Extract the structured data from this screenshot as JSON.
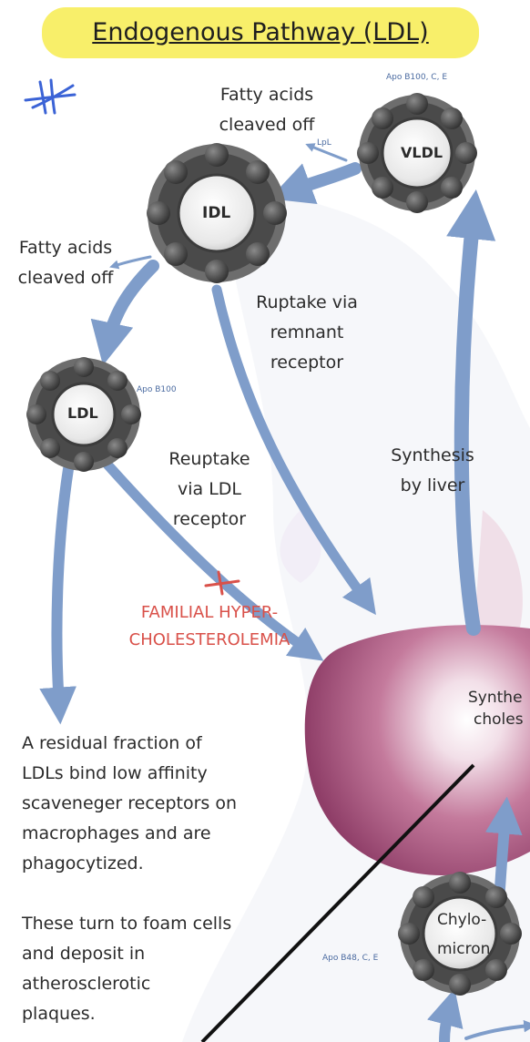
{
  "title": "Endogenous Pathway (LDL)",
  "particles": {
    "vldl": {
      "label": "VLDL",
      "apo": "Apo B100, C, E"
    },
    "idl": {
      "label": "IDL"
    },
    "ldl": {
      "label": "LDL",
      "apo": "Apo B100"
    },
    "chylomicron": {
      "label_line1": "Chylo-",
      "label_line2": "micron",
      "apo": "Apo B48, C, E"
    }
  },
  "labels": {
    "fatty_acids_top": [
      "Fatty acids",
      "cleaved off"
    ],
    "fatty_acids_left": [
      "Fatty acids",
      "cleaved off"
    ],
    "lpl": "LpL",
    "ruptake": [
      "Ruptake via",
      "remnant",
      "receptor"
    ],
    "reuptake": [
      "Reuptake",
      "via LDL",
      "receptor"
    ],
    "synthesis": [
      "Synthesis",
      "by liver"
    ],
    "familial": [
      "FAMILIAL HYPER-",
      "CHOLESTEROLEMIA"
    ],
    "synthe_partial": [
      "Synthe",
      "choles"
    ]
  },
  "notes": {
    "residual": [
      "A residual fraction of",
      "LDLs bind low affinity",
      "scaveneger receptors on",
      "macrophages and are",
      "phagocytized."
    ],
    "foam": [
      "These turn to foam cells",
      "and deposit in",
      "atherosclerotic",
      "plaques."
    ]
  },
  "colors": {
    "arrow": "#7f9dca",
    "highlight": "#f8ef6a",
    "liver": "#b45a85",
    "red_text": "#d9514a",
    "annotation_blue": "#3b63d6"
  }
}
